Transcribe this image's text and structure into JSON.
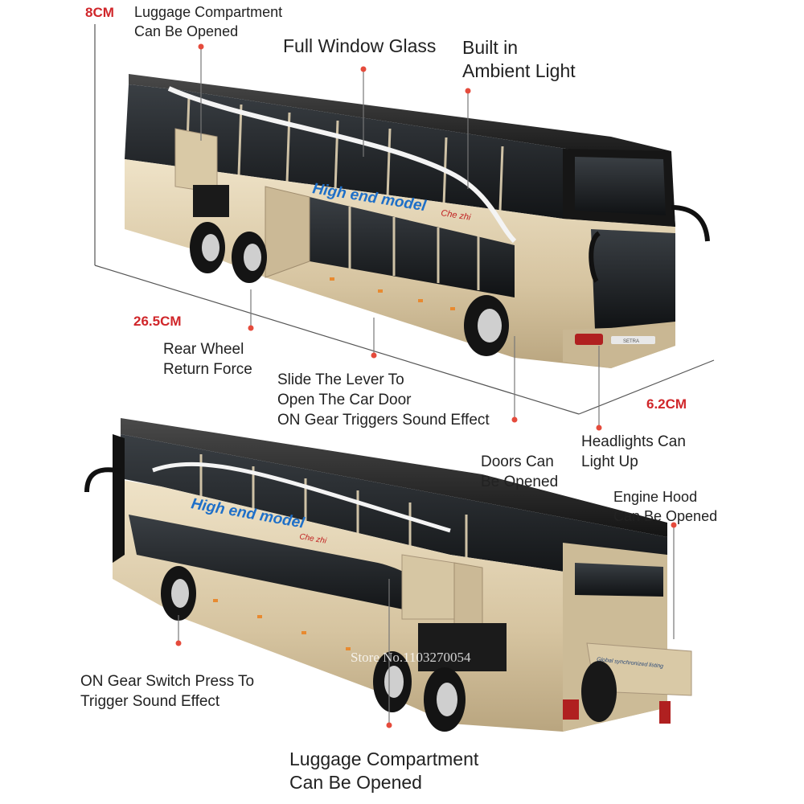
{
  "dimensions": {
    "height": "8CM",
    "length": "26.5CM",
    "width": "6.2CM"
  },
  "callouts": {
    "luggage_top": "Luggage Compartment\nCan Be Opened",
    "window_glass": "Full Window Glass",
    "ambient_light": "Built in\nAmbient Light",
    "rear_wheel": "Rear Wheel\nReturn Force",
    "slide_lever": "Slide The Lever To\nOpen The Car Door\nON Gear Triggers Sound Effect",
    "headlights": "Headlights Can\nLight Up",
    "doors": "Doors Can\nBe Opened",
    "engine_hood": "Engine Hood\nCan Be Opened",
    "on_gear": "ON Gear Switch  Press To\nTrigger Sound Effect",
    "luggage_bottom": "Luggage Compartment\nCan Be Opened"
  },
  "bus_livery": {
    "slogan": "High end model",
    "brand_script": "Che zhi",
    "rear_stripe": "Global synchronized listing",
    "plate_front": "SETRA"
  },
  "watermark": "Store No.1103270054",
  "colors": {
    "accent": "#d0262a",
    "body": "#d8c8a8",
    "dark": "#1c1c1c",
    "slogan": "#1e6fc8"
  }
}
